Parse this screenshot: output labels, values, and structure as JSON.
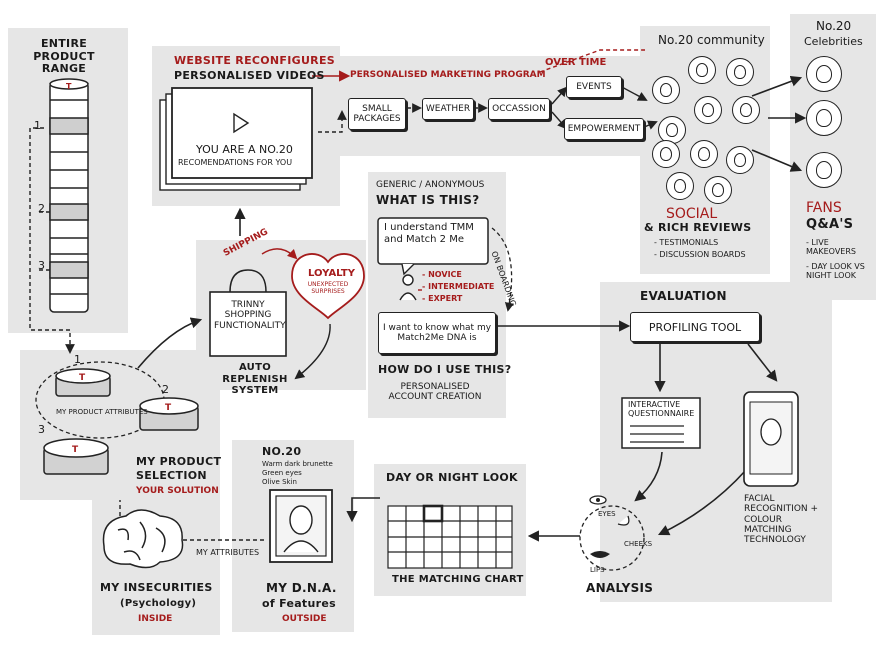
{
  "panels": {
    "range": {
      "title": "Entire Product Range",
      "markers": [
        "1",
        "2",
        "3"
      ]
    },
    "videos": {
      "title_red": "Website Reconfigures",
      "title": "Personalised Videos",
      "screen_line1": "You are a No.20",
      "screen_line2": "Recomendations for you"
    },
    "marketing": {
      "program_label": "Personalised Marketing Program",
      "over_time": "Over Time",
      "boxes": [
        "Small Packages",
        "Weather",
        "Occassion"
      ],
      "events": "Events",
      "empowerment": "Empowerment"
    },
    "community": {
      "title": "No.20 community",
      "social": "Social",
      "rich_reviews": "& Rich Reviews",
      "items": [
        "- Testimonials",
        "- Discussion Boards"
      ]
    },
    "celebrities": {
      "title_line1": "No.20",
      "title_line2": "Celebrities",
      "fans": "Fans",
      "qa": "Q&A's",
      "items": [
        "- Live makeovers",
        "- Day look vs night look"
      ]
    },
    "what": {
      "generic": "Generic / Anonymous",
      "title": "What is this?",
      "bubble": "I understand TMM and Match 2 Me",
      "levels": [
        "- Novice",
        "- Intermediate",
        "- Expert"
      ],
      "onboarding": "On boarding",
      "want": "I want to know what my Match2Me DNA is",
      "how": "How do I use this?",
      "account": "Personalised Account Creation"
    },
    "shopping": {
      "shipping": "Shipping",
      "bag_text": "Trinny Shopping Functionality",
      "loyalty": "Loyalty",
      "surprises": "Unexpected Surprises",
      "auto": "Auto Replenish System"
    },
    "evaluation": {
      "title": "Evaluation",
      "tool": "Profiling Tool",
      "questionnaire": "Interactive Questionnaire",
      "facial": "Facial Recognition + Colour Matching Technology",
      "analysis": "Analysis",
      "parts": [
        "Eyes",
        "Cheeks",
        "Lips"
      ]
    },
    "chart": {
      "title": "Day or Night Look",
      "label": "The Matching Chart"
    },
    "dna": {
      "number": "No.20",
      "traits": [
        "Warm dark brunette",
        "Green eyes",
        "Olive Skin"
      ],
      "title": "My D.N.A.",
      "sub": "of Features",
      "outside": "Outside"
    },
    "insecurities": {
      "title": "My Insecurities",
      "sub": "(Psychology)",
      "inside": "Inside",
      "attributes": "My attributes"
    },
    "selection": {
      "attributes": "My product attributes",
      "title_line1": "My Product",
      "title_line2": "Selection",
      "solution": "Your Solution",
      "numbers": [
        "1",
        "2",
        "3"
      ]
    }
  },
  "colors": {
    "accent": "#a51c1c",
    "panel": "#e6e6e6",
    "ink": "#1a1a1a"
  }
}
